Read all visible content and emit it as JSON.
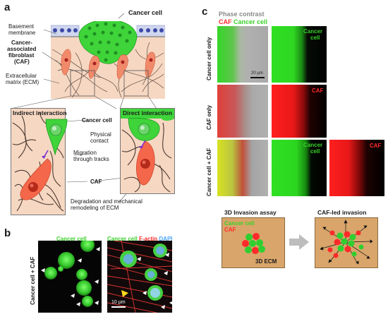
{
  "panels": {
    "a": "a",
    "b": "b",
    "c": "c"
  },
  "panel_a": {
    "cancer_cell": "Cancer cell",
    "basement_1": "Basement",
    "basement_2": "membrane",
    "caf_1": "Cancer-",
    "caf_2": "associated",
    "caf_3": "fibroblast",
    "caf_4": "(CAF)",
    "ecm_1": "Extracellular",
    "ecm_2": "matrix (ECM)",
    "indirect": "Indirect interaction",
    "direct": "Direct interaction",
    "cancer_cell_2": "Cancer cell",
    "physical_1": "Physical",
    "physical_2": "contact",
    "migration_1": "Migration",
    "migration_2": "through tracks",
    "caf": "CAF",
    "degradation_1": "Degradation and mechanical",
    "degradation_2": "remodeling of ECM"
  },
  "panel_b": {
    "side_label": "Cancer cell + CAF",
    "left_title": "Cancer cell",
    "right_title_1": "Cancer cell",
    "right_title_2": "F-actin",
    "right_title_3": "DAPI",
    "scale": "10 µm"
  },
  "panel_c": {
    "phase": "Phase contrast",
    "caf_legend": "CAF",
    "cancer_legend": "Cancer cell",
    "row1": "Cancer cell only",
    "row2": "CAF only",
    "row3": "Cancer cell + CAF",
    "g_label_1": "Cancer",
    "g_label_2": "cell",
    "r_label": "CAF",
    "g3_label_1": "Cancer",
    "g3_label_2": "cell",
    "r3_label": "CAF",
    "scale": "20 µm",
    "assay_title": "3D Invasion assay",
    "assay_cancer": "Cancer cell",
    "assay_caf": "CAF",
    "assay_ecm": "3D ECM",
    "led_title": "CAF-led invasion"
  },
  "colors": {
    "green": "#39d229",
    "red": "#ff2a2a",
    "tissue": "#f6d7c2",
    "ecm_box": "#d9a56a",
    "arrow_gray": "#bdbdbd"
  }
}
